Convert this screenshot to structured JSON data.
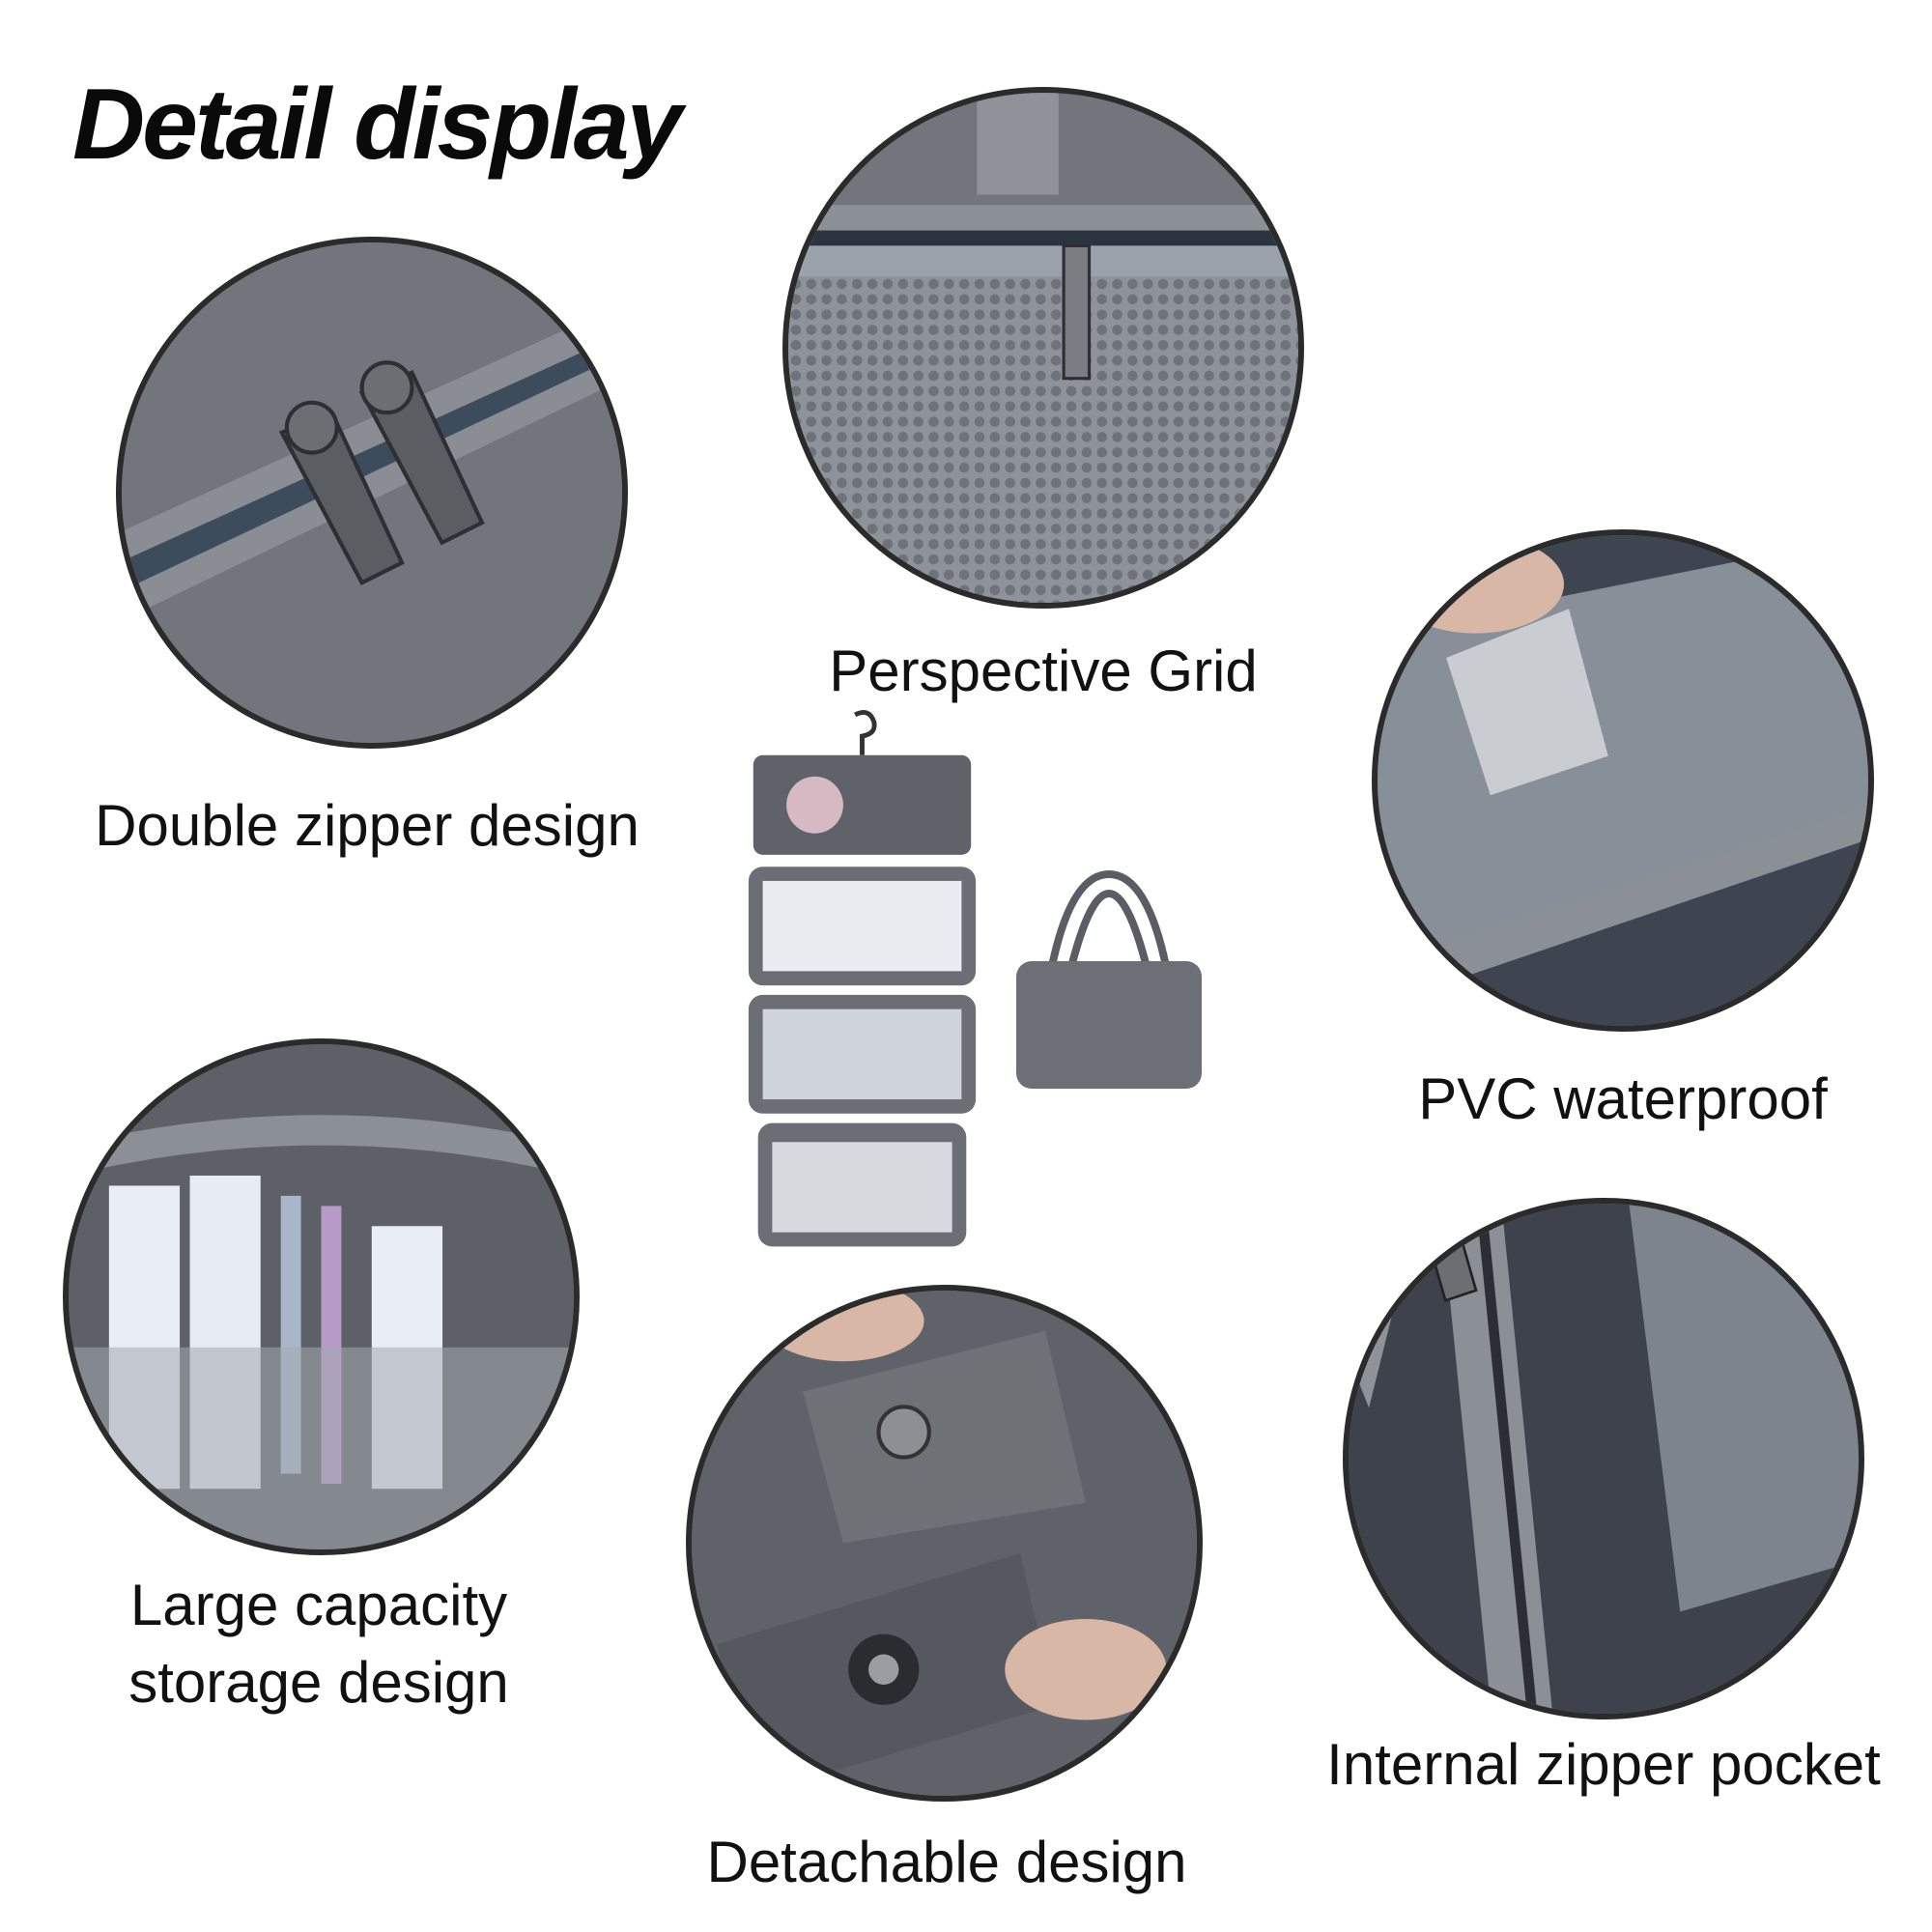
{
  "title": "Detail display",
  "features": [
    {
      "caption": "Double zipper design"
    },
    {
      "caption": "Perspective Grid"
    },
    {
      "caption": "PVC waterproof"
    },
    {
      "caption": "Large capacity\nstorage design",
      "lines": [
        "Large capacity",
        "storage design"
      ]
    },
    {
      "caption": "Detachable design"
    },
    {
      "caption": "Internal zipper pocket"
    }
  ],
  "colors": {
    "fabric": "#6f7279",
    "fabric_dark": "#4b4e55",
    "zipper": "#9aa0a6",
    "border": "#2b2b2b",
    "text": "#111111"
  }
}
